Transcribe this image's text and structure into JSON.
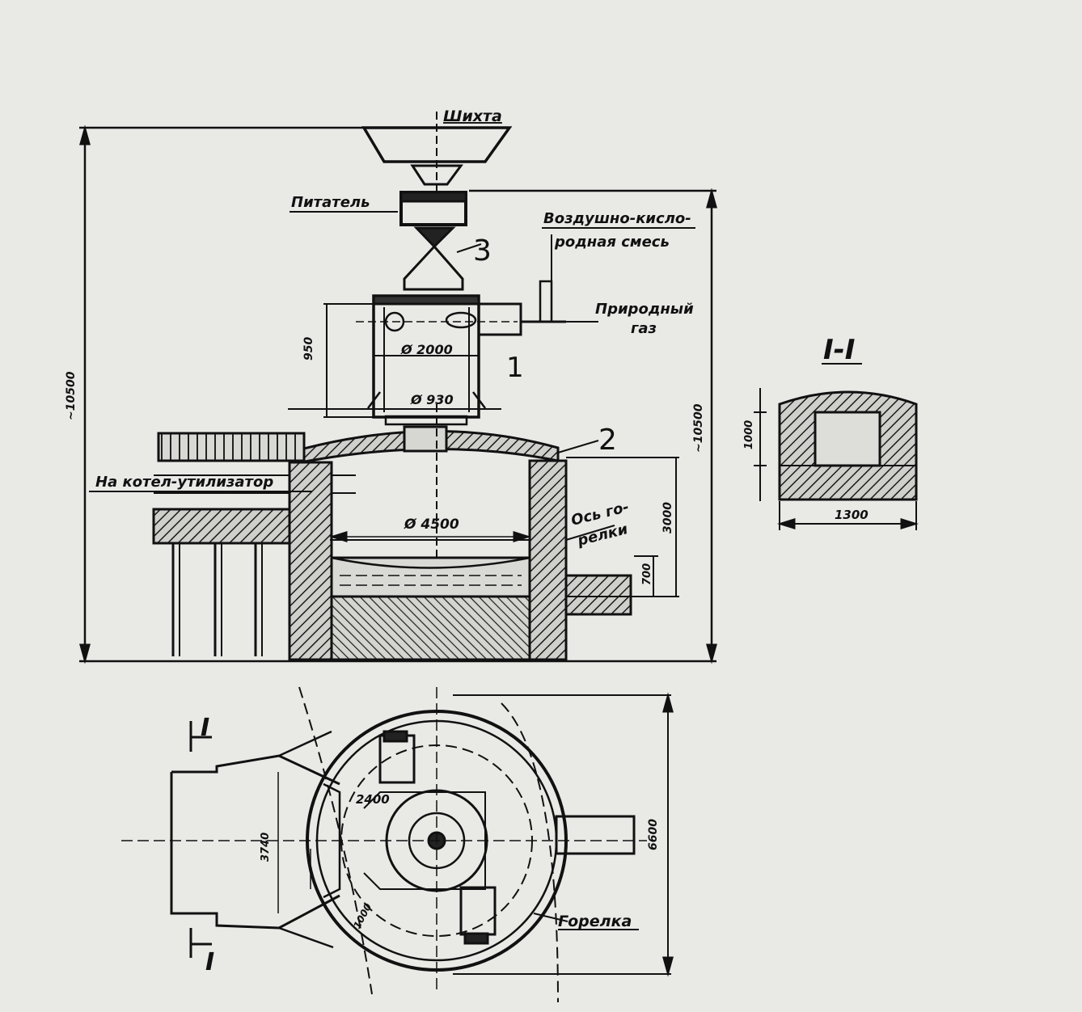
{
  "labels": {
    "shikhta": "Шихта",
    "pitatel": "Питатель",
    "vozdushno": "Воздушно-кисло-",
    "rodnaya": "родная смесь",
    "prirodny": "Природный",
    "gaz": "газ",
    "na_kotel": "На котел-утилизатор",
    "os_gorelki_1": "Ось го-",
    "os_gorelki_2": "релки",
    "gorelka": "Горелка"
  },
  "callouts": {
    "c1": "1",
    "c2": "2",
    "c3": "3"
  },
  "dimensions": {
    "d2000": "Ø 2000",
    "d930": "Ø 930",
    "d4500": "Ø 4500",
    "h950": "950",
    "h10500_left": "~10500",
    "h10500_right": "~10500",
    "h3000": "3000",
    "h700": "700",
    "plan_2400": "2400",
    "plan_r": "3740",
    "plan_6600": "6600",
    "plan_pos": "1000",
    "sec_1000": "1000",
    "sec_1300": "1300"
  },
  "section": {
    "title": "I-I",
    "mark_top": "I",
    "mark_bottom": "I"
  }
}
